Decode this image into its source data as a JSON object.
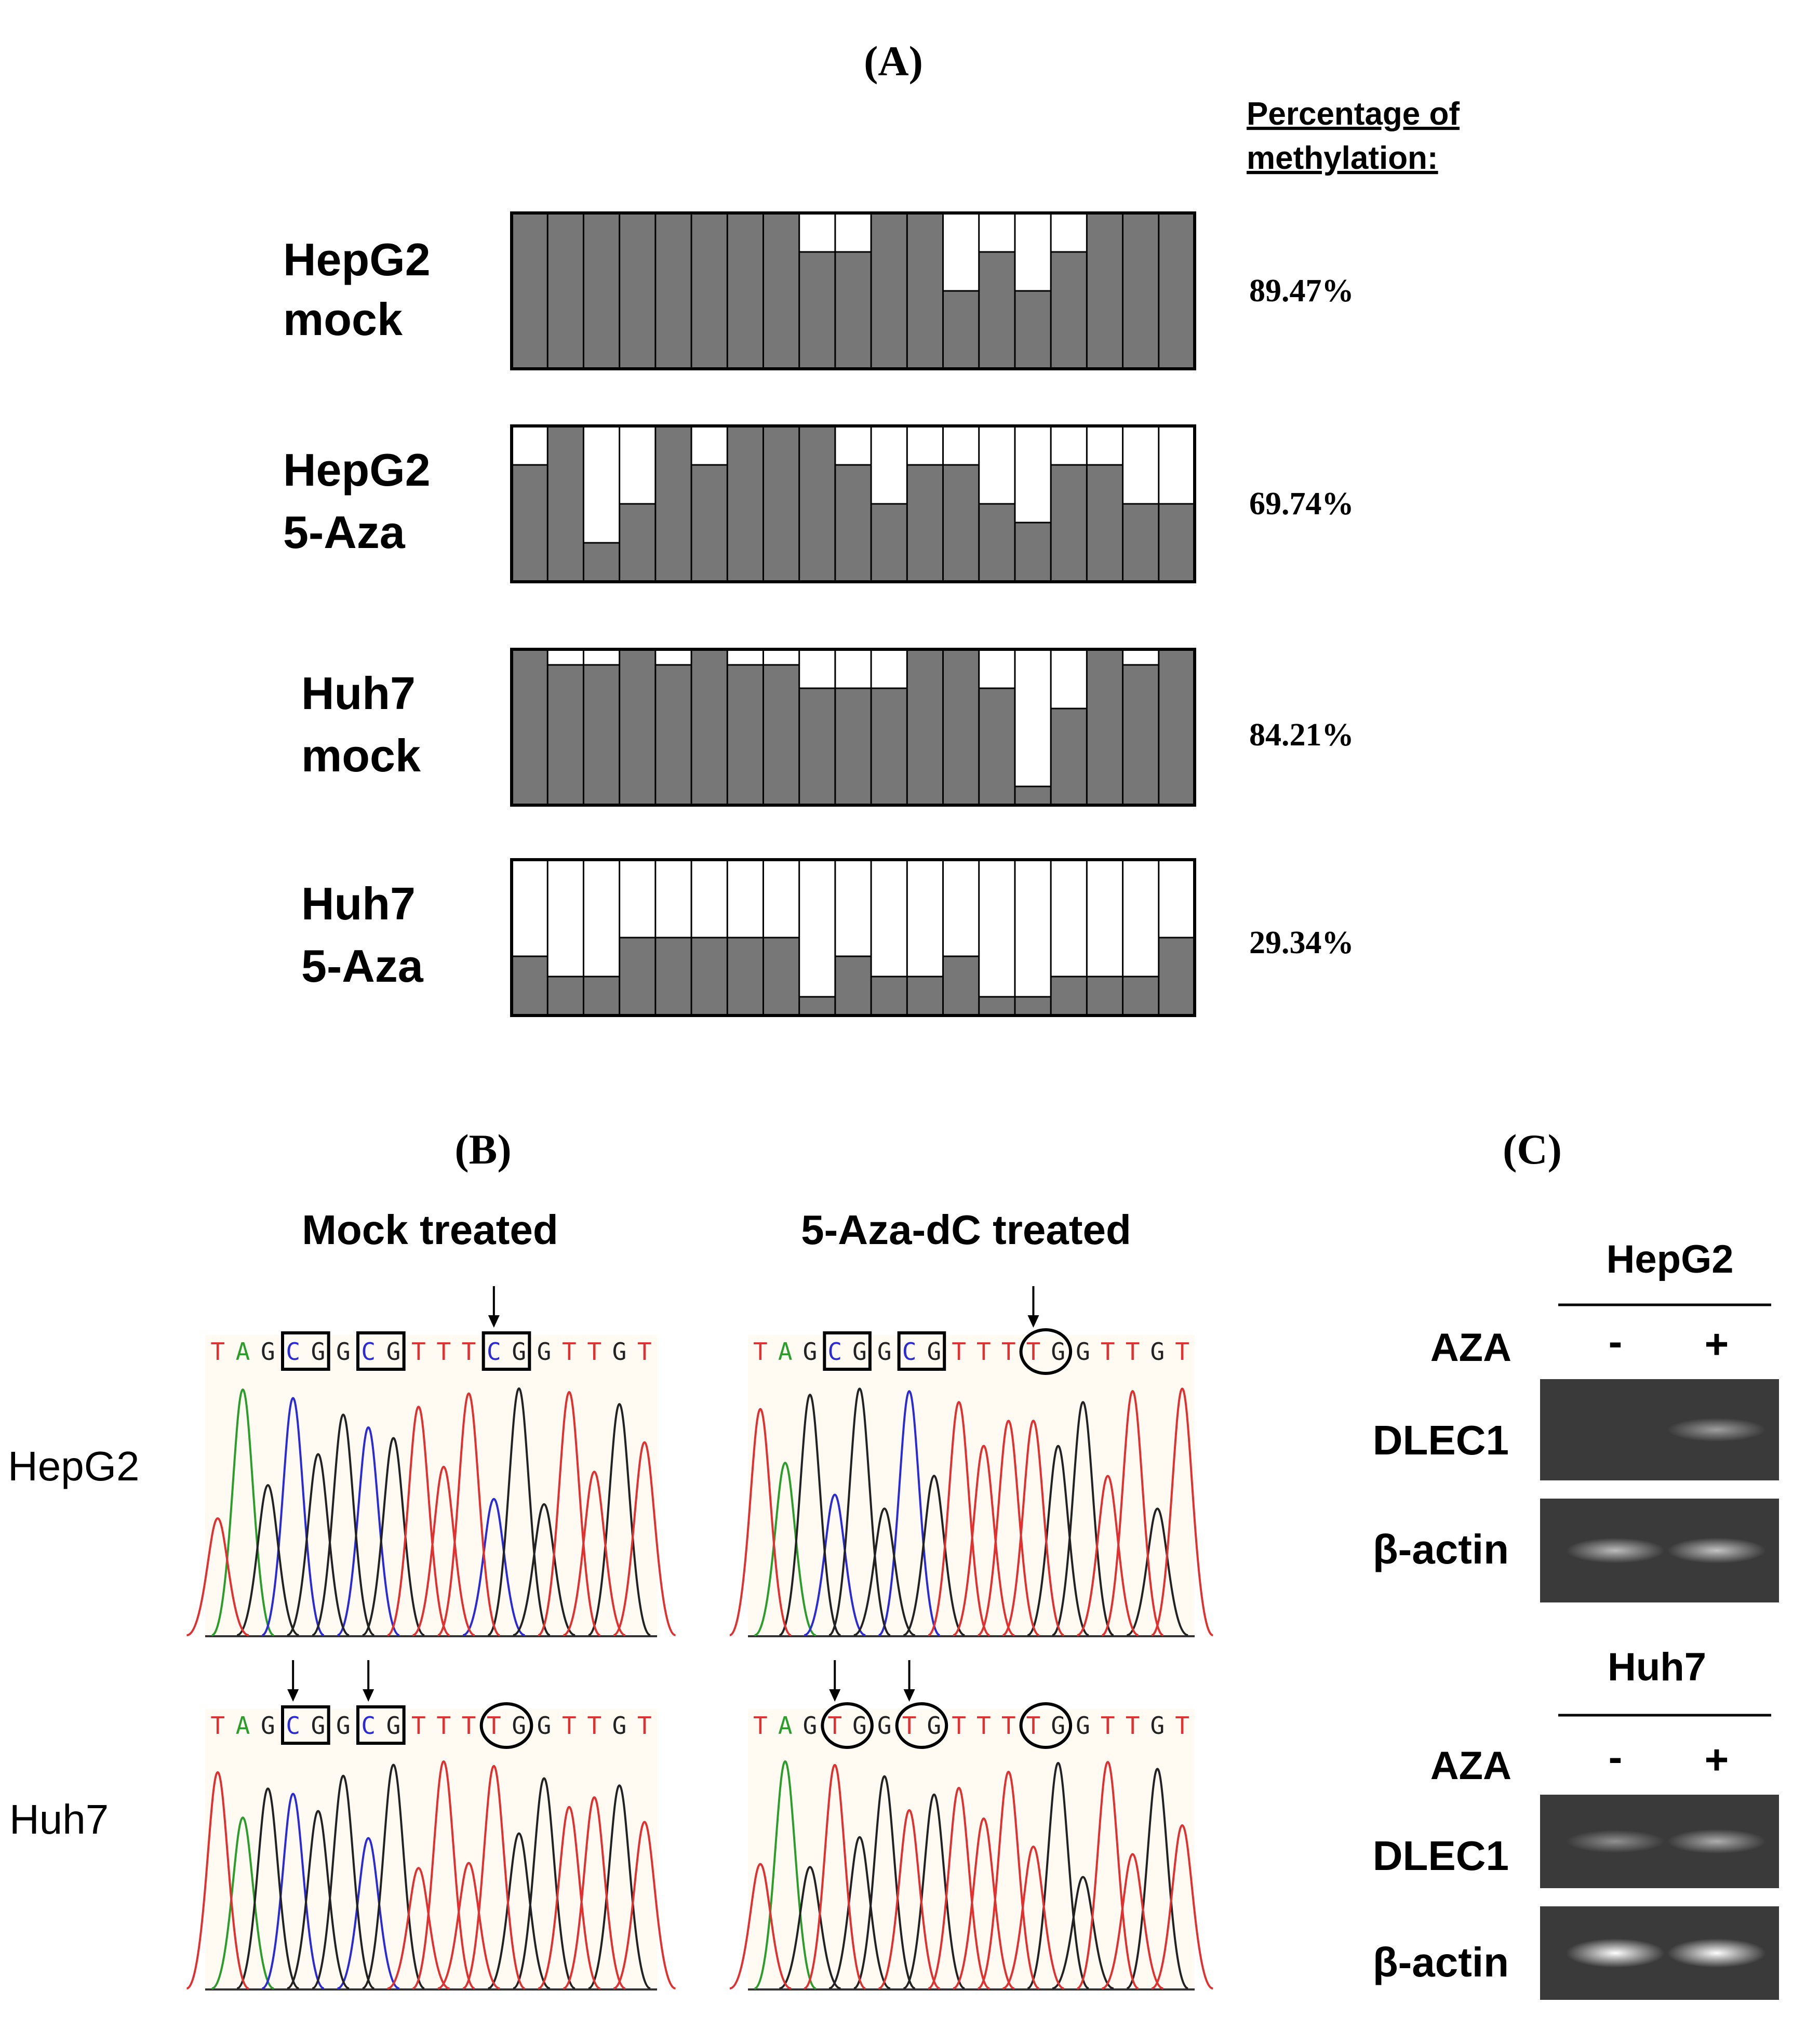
{
  "panels": {
    "A": "(A)",
    "B": "(B)",
    "C": "(C)"
  },
  "panel_a": {
    "header_line1": "Percentage of",
    "header_line2": "methylation:",
    "sample_columns": 19,
    "rows": [
      {
        "line1": "HepG2",
        "line2": "mock",
        "percent": "89.47%",
        "methylated_fraction": [
          1,
          1,
          1,
          1,
          1,
          1,
          1,
          1,
          0.75,
          0.75,
          1,
          1,
          0.5,
          0.75,
          0.5,
          0.75,
          1,
          1,
          1
        ]
      },
      {
        "line1": "HepG2",
        "line2": "5-Aza",
        "percent": "69.74%",
        "methylated_fraction": [
          0.75,
          1,
          0.25,
          0.5,
          1,
          0.75,
          1,
          1,
          1,
          0.75,
          0.5,
          0.75,
          0.75,
          0.5,
          0.38,
          0.75,
          0.75,
          0.5,
          0.5
        ]
      },
      {
        "line1": "Huh7",
        "line2": "mock",
        "percent": "84.21%",
        "methylated_fraction": [
          1,
          0.9,
          0.9,
          1,
          0.9,
          1,
          0.9,
          0.9,
          0.75,
          0.75,
          0.75,
          1,
          1,
          0.75,
          0.12,
          0.62,
          1,
          0.9,
          1
        ]
      },
      {
        "line1": "Huh7",
        "line2": "5-Aza",
        "percent": "29.34%",
        "methylated_fraction": [
          0.38,
          0.25,
          0.25,
          0.5,
          0.5,
          0.5,
          0.5,
          0.5,
          0.12,
          0.38,
          0.25,
          0.25,
          0.38,
          0.12,
          0.12,
          0.25,
          0.25,
          0.25,
          0.5
        ]
      }
    ]
  },
  "panel_b": {
    "col1": "Mock treated",
    "col2": "5-Aza-dC treated",
    "row1": "HepG2",
    "row2": "Huh7",
    "sequence": [
      "T",
      "A",
      "G",
      "C",
      "G",
      "G",
      "C",
      "G",
      "T",
      "T",
      "T",
      "C",
      "G",
      "G",
      "T",
      "T",
      "G",
      "T"
    ],
    "traces": [
      {
        "row": 0,
        "col": 0,
        "bases": [
          "T",
          "A",
          "G",
          "C",
          "G",
          "G",
          "C",
          "G",
          "T",
          "T",
          "T",
          "C",
          "G",
          "G",
          "T",
          "T",
          "G",
          "T"
        ],
        "boxes": [
          [
            3,
            4
          ],
          [
            6,
            7
          ],
          [
            11,
            12
          ]
        ],
        "circles": [],
        "arrows": [
          11
        ]
      },
      {
        "row": 0,
        "col": 1,
        "bases": [
          "T",
          "A",
          "G",
          "C",
          "G",
          "G",
          "C",
          "G",
          "T",
          "T",
          "T",
          "T",
          "G",
          "G",
          "T",
          "T",
          "G",
          "T"
        ],
        "boxes": [
          [
            3,
            4
          ],
          [
            6,
            7
          ]
        ],
        "circles": [
          [
            11,
            12
          ]
        ],
        "arrows": [
          11
        ]
      },
      {
        "row": 1,
        "col": 0,
        "bases": [
          "T",
          "A",
          "G",
          "C",
          "G",
          "G",
          "C",
          "G",
          "T",
          "T",
          "T",
          "T",
          "G",
          "G",
          "T",
          "T",
          "G",
          "T"
        ],
        "boxes": [
          [
            3,
            4
          ],
          [
            6,
            7
          ]
        ],
        "circles": [
          [
            11,
            12
          ]
        ],
        "arrows": [
          3,
          6
        ]
      },
      {
        "row": 1,
        "col": 1,
        "bases": [
          "T",
          "A",
          "G",
          "T",
          "G",
          "G",
          "T",
          "G",
          "T",
          "T",
          "T",
          "T",
          "G",
          "G",
          "T",
          "T",
          "G",
          "T"
        ],
        "boxes": [],
        "circles": [
          [
            3,
            4
          ],
          [
            6,
            7
          ],
          [
            11,
            12
          ]
        ],
        "arrows": [
          3,
          6
        ]
      }
    ]
  },
  "panel_c": {
    "blocks": [
      {
        "cell": "HepG2",
        "treatment": "AZA",
        "minus": "-",
        "plus": "+",
        "gene": "DLEC1",
        "control": "β-actin",
        "gene_band_intensity": [
          0.0,
          0.35
        ],
        "control_band_intensity": [
          0.55,
          0.6
        ]
      },
      {
        "cell": "Huh7",
        "treatment": "AZA",
        "minus": "-",
        "plus": "+",
        "gene": "DLEC1",
        "control": "β-actin",
        "gene_band_intensity": [
          0.25,
          0.45
        ],
        "control_band_intensity": [
          1.0,
          1.0
        ]
      }
    ]
  },
  "colors": {
    "methylated": "#777777",
    "unmethylated": "#ffffff",
    "A": "#2a9d2a",
    "C": "#2a2ad6",
    "G": "#222222",
    "T": "#e03030",
    "trace_bg": "#fffbf2",
    "gel_bg": "#3a3a3a"
  }
}
